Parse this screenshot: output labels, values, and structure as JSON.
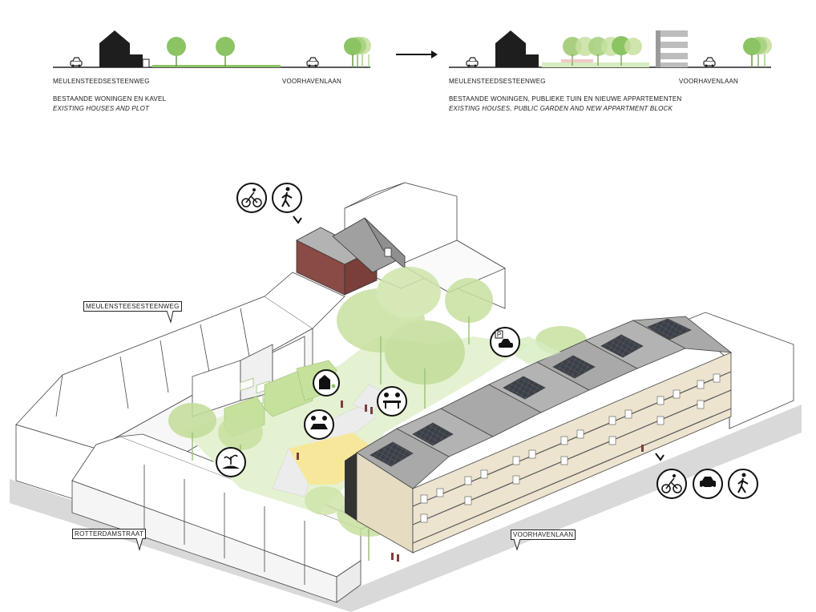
{
  "sections": {
    "before": {
      "street_left": "MEULENSTEEDSESTEENWEG",
      "street_right": "VOORHAVENLAAN",
      "caption_nl": "BESTAANDE WONINGEN EN KAVEL",
      "caption_en": "EXISTING HOUSES AND PLOT"
    },
    "after": {
      "street_left": "MEULENSTEEDSESTEENWEG",
      "street_right": "VOORHAVENLAAN",
      "caption_nl": "BESTAANDE WONINGEN, PUBLIEKE TUIN EN NIEUWE APPARTEMENTEN",
      "caption_en": "EXISTING HOUSES, PUBLIC GARDEN AND NEW APPARTMENT BLOCK"
    }
  },
  "axonometric": {
    "street_labels": {
      "meulensteedsesteenweg": "MEULENSTEESESTEENWEG",
      "rotterdamstraat": "ROTTERDAMSTRAAT",
      "voorhavenlaan": "VOORHAVENLAAN"
    },
    "access_icons_north": [
      "bicycle-icon",
      "pedestrian-icon"
    ],
    "access_icons_east": [
      "bicycle-icon",
      "car-icon",
      "pedestrian-icon"
    ],
    "garden_icons": [
      "shelter-icon",
      "meeting-table-icon",
      "picnic-icon",
      "gardening-icon",
      "parking-icon"
    ],
    "parking_letter": "P"
  },
  "colors": {
    "green": "#8cc464",
    "tree_green": "#c8e0a0",
    "garden_floor": "#e4f2d2",
    "play_yellow": "#f7e79a",
    "beige_facade": "#ece4cf",
    "roof_grey": "#a9a9a9",
    "brick": "#8a4b45",
    "ground": "#d9d9d9"
  }
}
